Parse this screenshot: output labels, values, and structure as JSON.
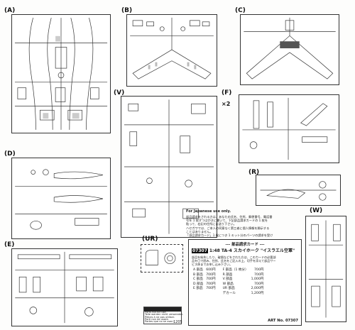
{
  "sprue_labels": {
    "A": "(A)",
    "B": "(B)",
    "C": "(C)",
    "D": "(D)",
    "E": "(E)",
    "F": "(F)",
    "V": "(V)",
    "R": "(R)",
    "W": "(W)",
    "UR": "(UR)"
  },
  "multiplier": "×2",
  "japanese_use_note": {
    "heading": "For Japanese use only.",
    "lines": [
      "部品請求をされる方は、あなたの氏名、住所、郵便番号、電話番",
      "号を 1 枚ずつはがきに書いて、下記部品請求カードの 1 枚を",
      "貼って、右記の住所にお送り下さい。",
      "ハセガワでは、ご本人の同意なく第三者に個人情報を開示する",
      "ことはありません。",
      "「部品請求カード」1 枚につき 1 キット分のパーツの請求を受け",
      "付けます。"
    ]
  },
  "parts_card": {
    "title": "--- 部品請求カード ---",
    "kit_number": "07307",
    "kit_title": "1:48 TA-4 スカイホーク \"イスラエル空軍\"",
    "body": [
      "部品を紛失したり、破損などをされた方は、このカードの必要部",
      "品を〇で囲み、住所、氏名をご記入の上、切手を添えて部品サー",
      "ビス係までお申し込み下さい。"
    ],
    "rows": [
      {
        "left_part": "A 部品",
        "left_price": "600円",
        "right_part": "F 部品（1 枚分）",
        "right_price": "700円"
      },
      {
        "left_part": "B 部品",
        "left_price": "700円",
        "right_part": "R 部品",
        "right_price": "700円"
      },
      {
        "left_part": "C 部品",
        "left_price": "700円",
        "right_part": "V 部品",
        "right_price": "1,000円"
      },
      {
        "left_part": "D 部品",
        "left_price": "700円",
        "right_part": "W 部品",
        "right_price": "700円"
      },
      {
        "left_part": "E 部品",
        "left_price": "700円",
        "right_part": "UR 部品",
        "right_price": "2,000円"
      },
      {
        "left_part": "",
        "left_price": "",
        "right_part": "デカール",
        "right_price": "1,200円"
      }
    ],
    "art_no": "ART No. 07307"
  },
  "unused_parts_note": [
    "Parts not for use.",
    "Teile werden nicht verwendet.",
    "Pièces à ne pas utiliser.",
    "Parti non da usare.",
    "Partes que no se usan.",
    "不要部品"
  ],
  "sheet_code": "1205"
}
